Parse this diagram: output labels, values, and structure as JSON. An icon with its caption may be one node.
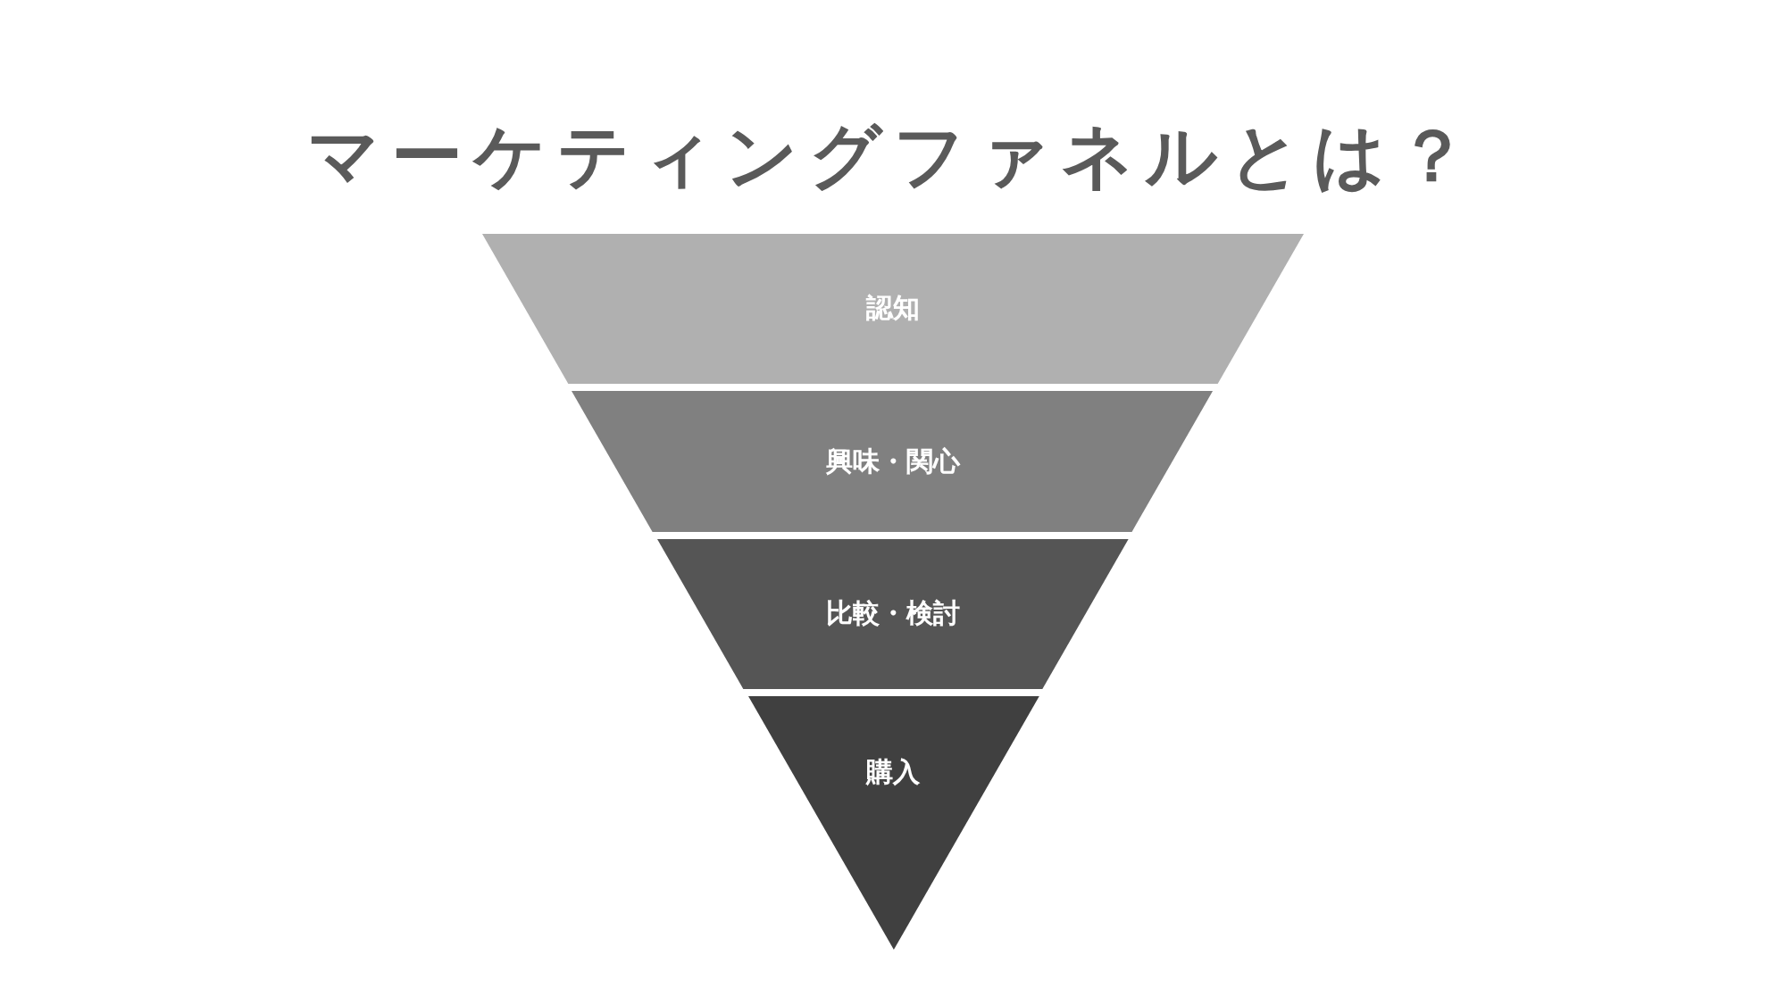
{
  "diagram": {
    "title": "マーケティングファネルとは？",
    "nodes": [
      {
        "text": [
          "認知"
        ]
      },
      {
        "text": [
          "興味・関心"
        ]
      },
      {
        "text": [
          "比較・検討"
        ]
      },
      {
        "text": [
          "購入"
        ]
      }
    ],
    "edges": []
  }
}
